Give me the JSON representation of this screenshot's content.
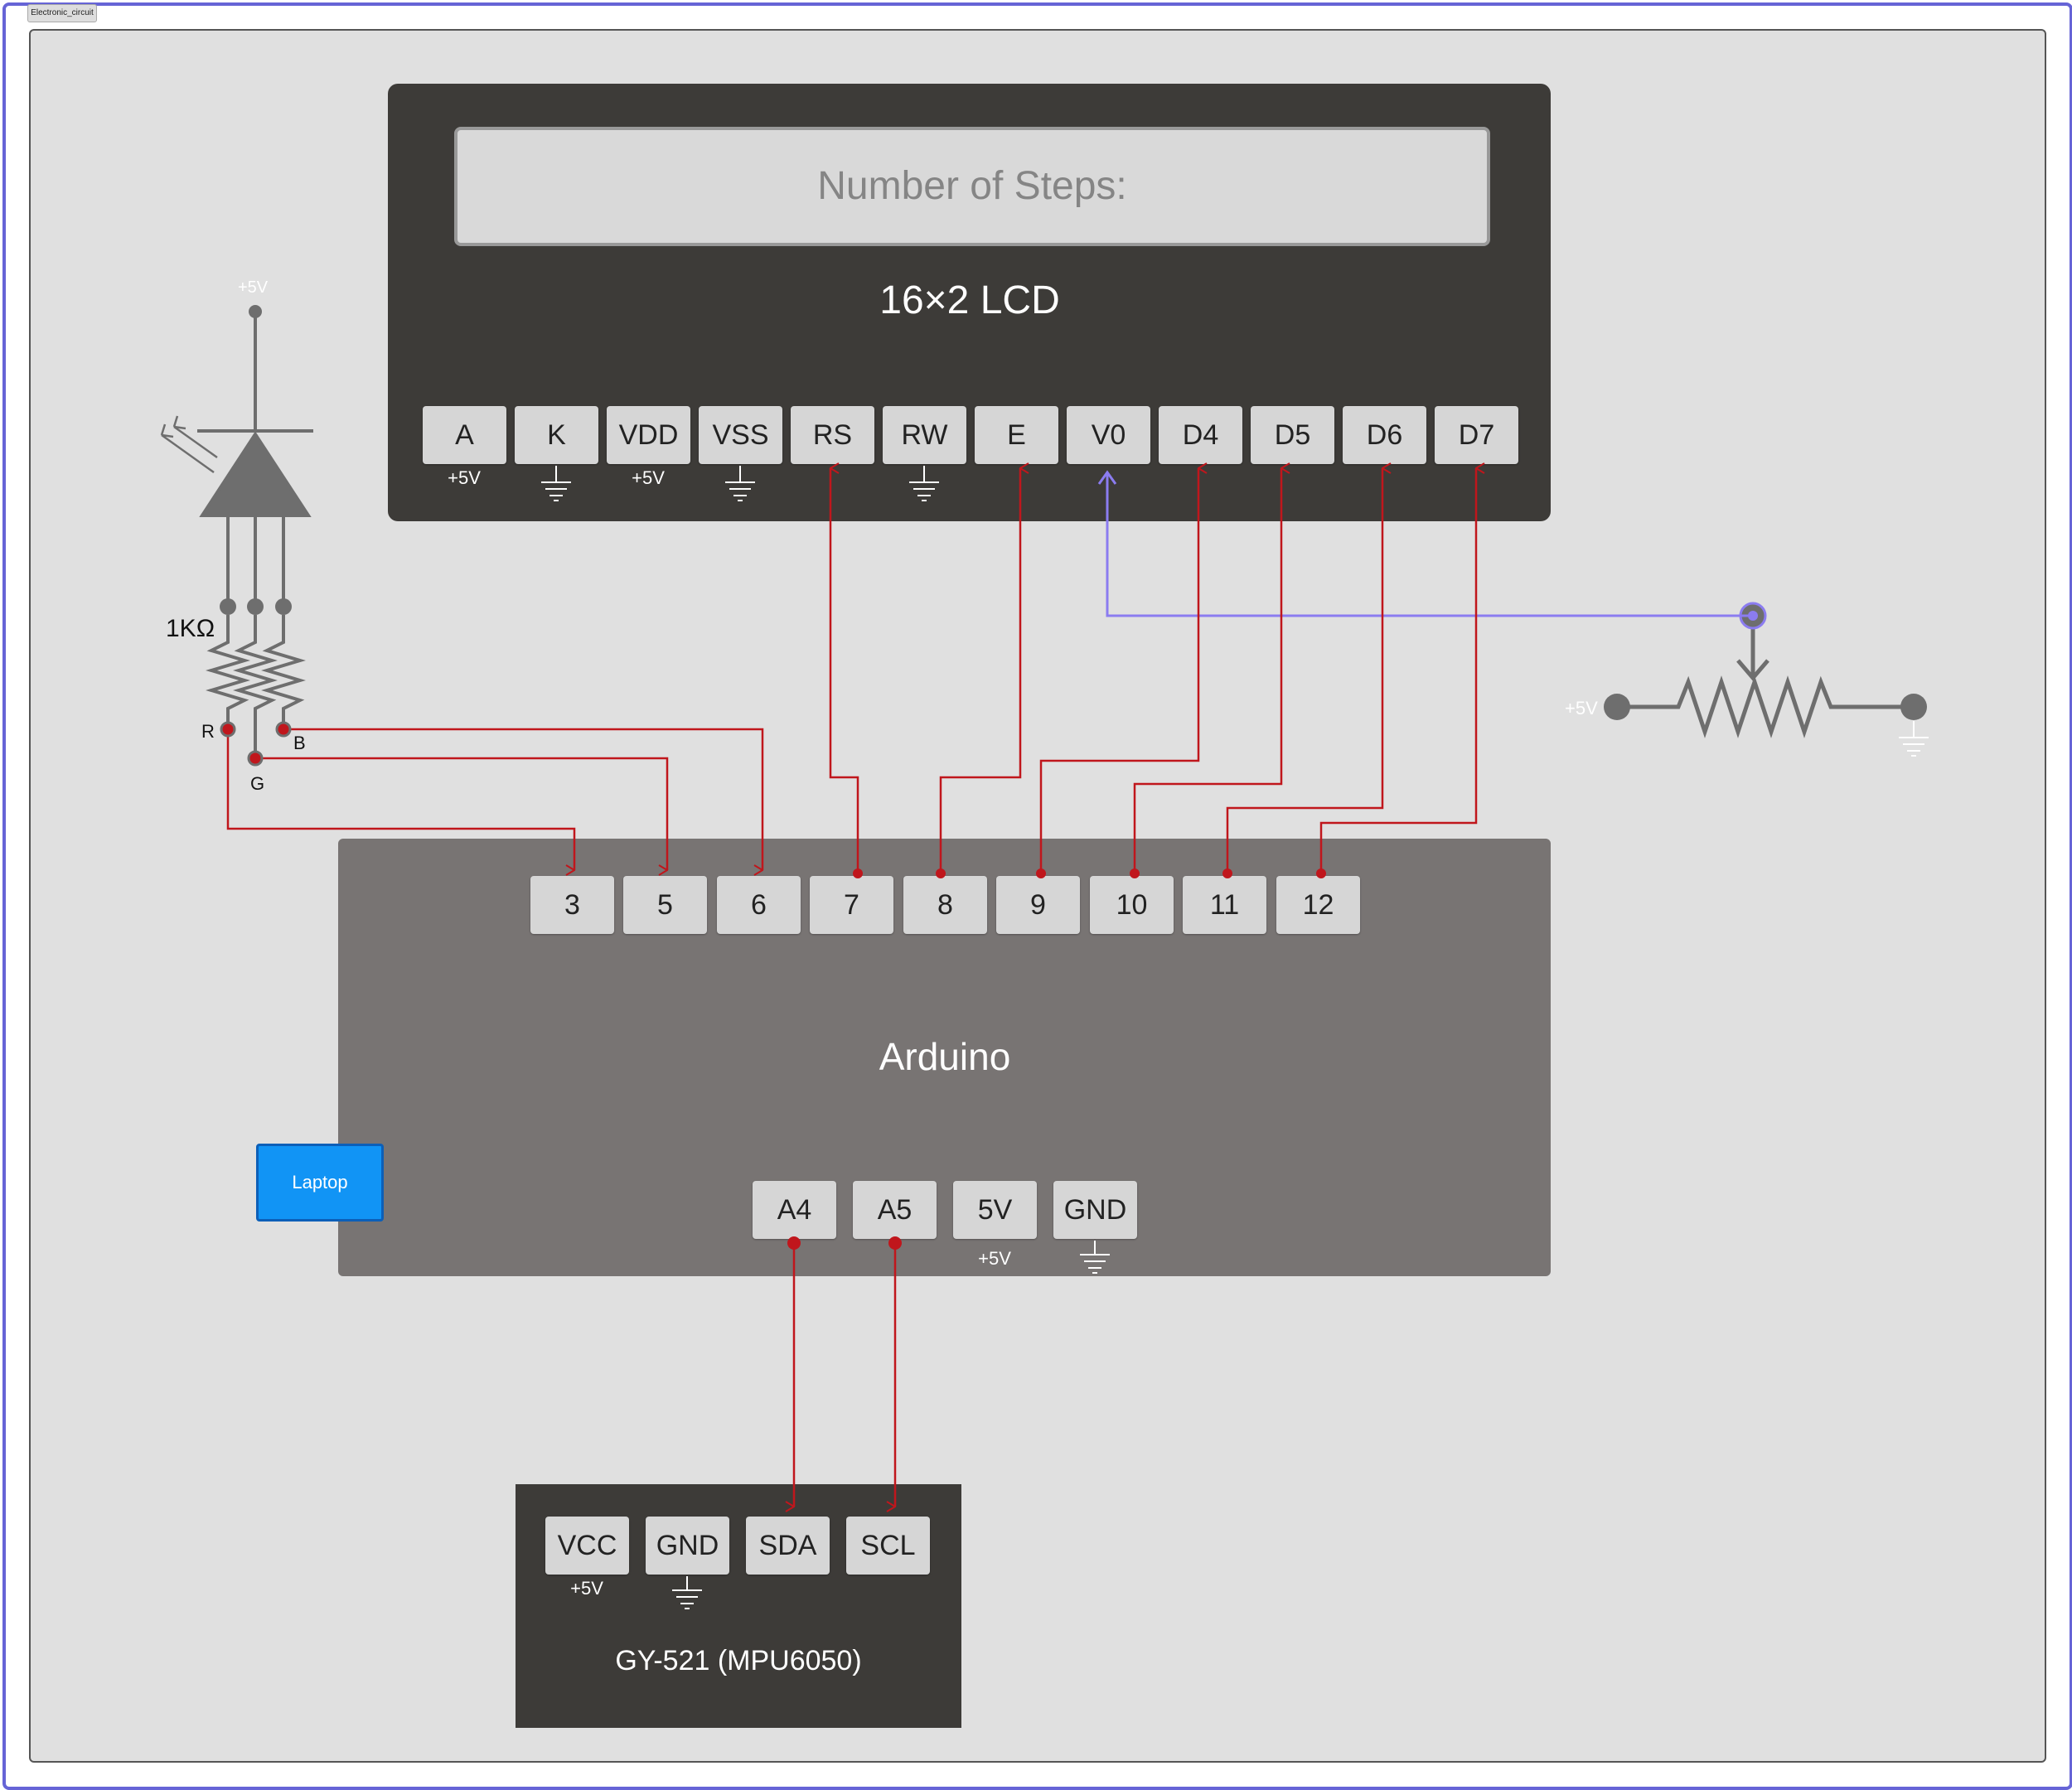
{
  "tab_label": "Electronic_circuit",
  "lcd": {
    "screen_text": "Number of Steps:",
    "title": "16×2  LCD",
    "pins": [
      "A",
      "K",
      "VDD",
      "VSS",
      "RS",
      "RW",
      "E",
      "V0",
      "D4",
      "D5",
      "D6",
      "D7"
    ],
    "pin_notes": {
      "A": "+5V",
      "VDD": "+5V"
    }
  },
  "arduino": {
    "title": "Arduino",
    "digital_pins": [
      "3",
      "5",
      "6",
      "7",
      "8",
      "9",
      "10",
      "11",
      "12"
    ],
    "analog_pins": [
      "A4",
      "A5",
      "5V",
      "GND"
    ],
    "note_5v": "+5V"
  },
  "gy521": {
    "title": "GY-521 (MPU6050)",
    "pins": [
      "VCC",
      "GND",
      "SDA",
      "SCL"
    ],
    "note_vcc": "+5V"
  },
  "laptop_label": "Laptop",
  "rgb_led": {
    "supply": "+5V",
    "resistor": "1KΩ",
    "r_label": "R",
    "g_label": "G",
    "b_label": "B"
  },
  "potentiometer": {
    "supply": "+5V"
  },
  "colors": {
    "wire_red": "#c0161c",
    "wire_purple": "#8b7cf0",
    "component_gray": "#6e6e6e",
    "lcd_body": "#3d3b38",
    "arduino_body": "#787473",
    "laptop_blue": "#1194f5"
  }
}
